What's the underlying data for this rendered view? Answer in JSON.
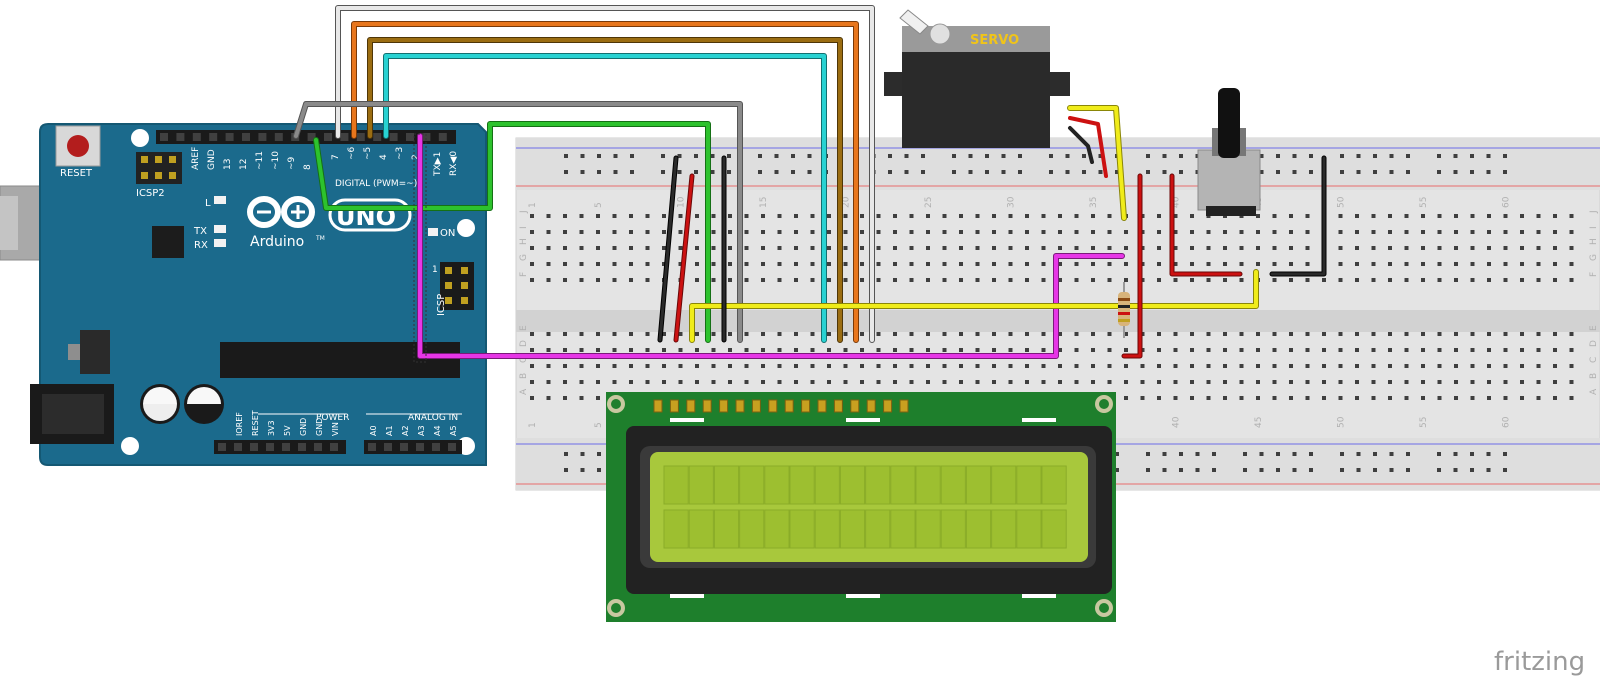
{
  "arduino": {
    "reset": "RESET",
    "icsp2": "ICSP2",
    "brand": "Arduino",
    "tm": "TM",
    "model": "UNO",
    "digital": "DIGITAL (PWM=~)",
    "aref": "AREF",
    "gnd": "GND",
    "d13": "13",
    "d12": "12",
    "d11": "~11",
    "d10": "~10",
    "d9": "~9",
    "d8": "8",
    "d7": "7",
    "d6": "~6",
    "d5": "~5",
    "d4": "4",
    "d3": "~3",
    "d2": "2",
    "tx1": "TX▶1",
    "rx0": "RX◀0",
    "led_l": "L",
    "led_tx": "TX",
    "led_rx": "RX",
    "on": "ON",
    "icsp": "ICSP",
    "icsp_pin": "1",
    "power": "POWER",
    "analog_in": "ANALOG IN",
    "ioref": "IOREF",
    "reset_pin": "RESET",
    "v33": "3V3",
    "v5": "5V",
    "gnd1": "GND",
    "gnd2": "GND",
    "vin": "VIN",
    "a0": "A0",
    "a1": "A1",
    "a2": "A2",
    "a3": "A3",
    "a4": "A4",
    "a5": "A5"
  },
  "breadboard": {
    "col_numbers": [
      "1",
      "5",
      "10",
      "15",
      "20",
      "25",
      "30",
      "35",
      "40",
      "45",
      "50",
      "55",
      "60"
    ],
    "row_letters_top": [
      "J",
      "I",
      "H",
      "G",
      "F"
    ],
    "row_letters_bottom": [
      "E",
      "D",
      "C",
      "B",
      "A"
    ]
  },
  "servo": {
    "label": "SERVO"
  },
  "watermark": "fritzing",
  "colors": {
    "arduino_blue": "#1b6a8c",
    "wire_white": "#e6e6e6",
    "wire_orange": "#e8761c",
    "wire_brown": "#9b6d12",
    "wire_cyan": "#28d2d2",
    "wire_gray": "#8a8a8a",
    "wire_green": "#2dc22d",
    "wire_magenta": "#e636e6",
    "wire_yellow": "#f0ec1a",
    "wire_red": "#cc1111",
    "wire_black": "#222222",
    "lcd_pcb": "#1e7f2c",
    "lcd_screen": "#a8c83c"
  }
}
